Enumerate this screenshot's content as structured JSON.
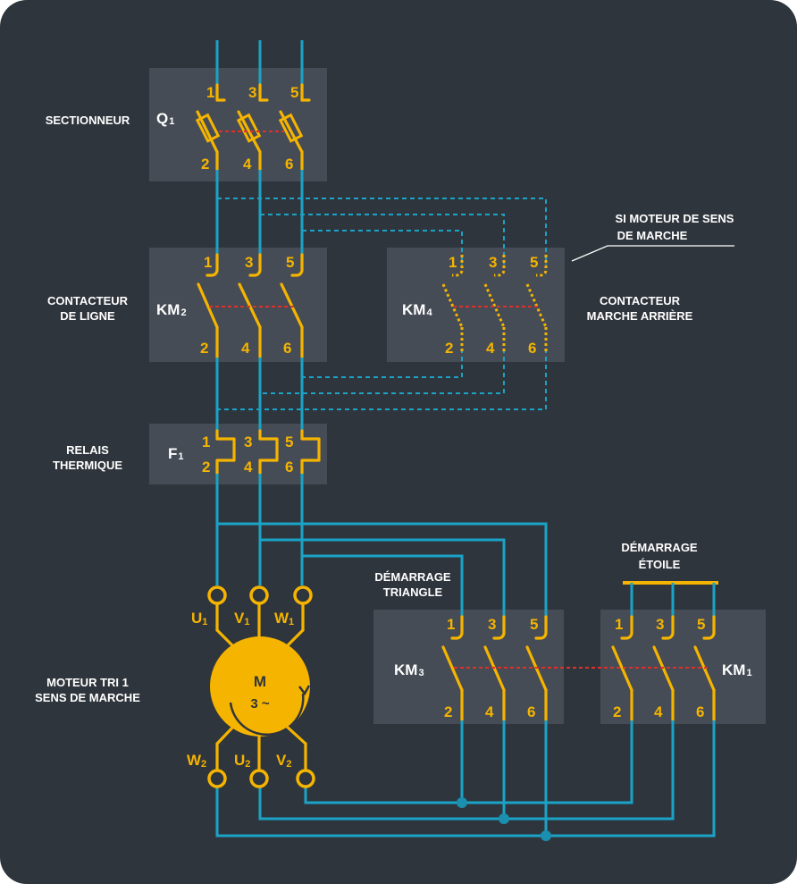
{
  "labels": {
    "sectionneur": "SECTIONNEUR",
    "contacteur_ligne_1": "CONTACTEUR",
    "contacteur_ligne_2": "DE LIGNE",
    "relais_1": "RELAIS",
    "relais_2": "THERMIQUE",
    "moteur_1": "MOTEUR TRI 1",
    "moteur_2": "SENS DE MARCHE",
    "contacteur_ar_1": "CONTACTEUR",
    "contacteur_ar_2": "MARCHE ARRIÈRE",
    "si_moteur_1": "SI MOTEUR DE SENS",
    "si_moteur_2": "DE MARCHE",
    "demarrage_triangle_1": "DÉMARRAGE",
    "demarrage_triangle_2": "TRIANGLE",
    "demarrage_etoile_1": "DÉMARRAGE",
    "demarrage_etoile_2": "ÉTOILE"
  },
  "devices": {
    "q1": {
      "letter": "Q",
      "index": "1"
    },
    "km2": {
      "letter": "KM",
      "index": "2"
    },
    "km4": {
      "letter": "KM",
      "index": "4"
    },
    "f1": {
      "letter": "F",
      "index": "1"
    },
    "km3": {
      "letter": "KM",
      "index": "3"
    },
    "km1": {
      "letter": "KM",
      "index": "1"
    }
  },
  "terminals": {
    "top": [
      "1",
      "3",
      "5"
    ],
    "bottom": [
      "2",
      "4",
      "6"
    ]
  },
  "motor": {
    "symbol": "M",
    "phases": "3 ~",
    "top_terminals": [
      {
        "letter": "U",
        "index": "1"
      },
      {
        "letter": "V",
        "index": "1"
      },
      {
        "letter": "W",
        "index": "1"
      }
    ],
    "bottom_terminals": [
      {
        "letter": "W",
        "index": "2"
      },
      {
        "letter": "U",
        "index": "2"
      },
      {
        "letter": "V",
        "index": "2"
      }
    ]
  },
  "colors": {
    "background": "#2f353c",
    "panel": "#454c55",
    "wire": "#1ba3c7",
    "contact": "#f5b400",
    "mechanical_link": "#e0302a",
    "text": "#ffffff"
  }
}
